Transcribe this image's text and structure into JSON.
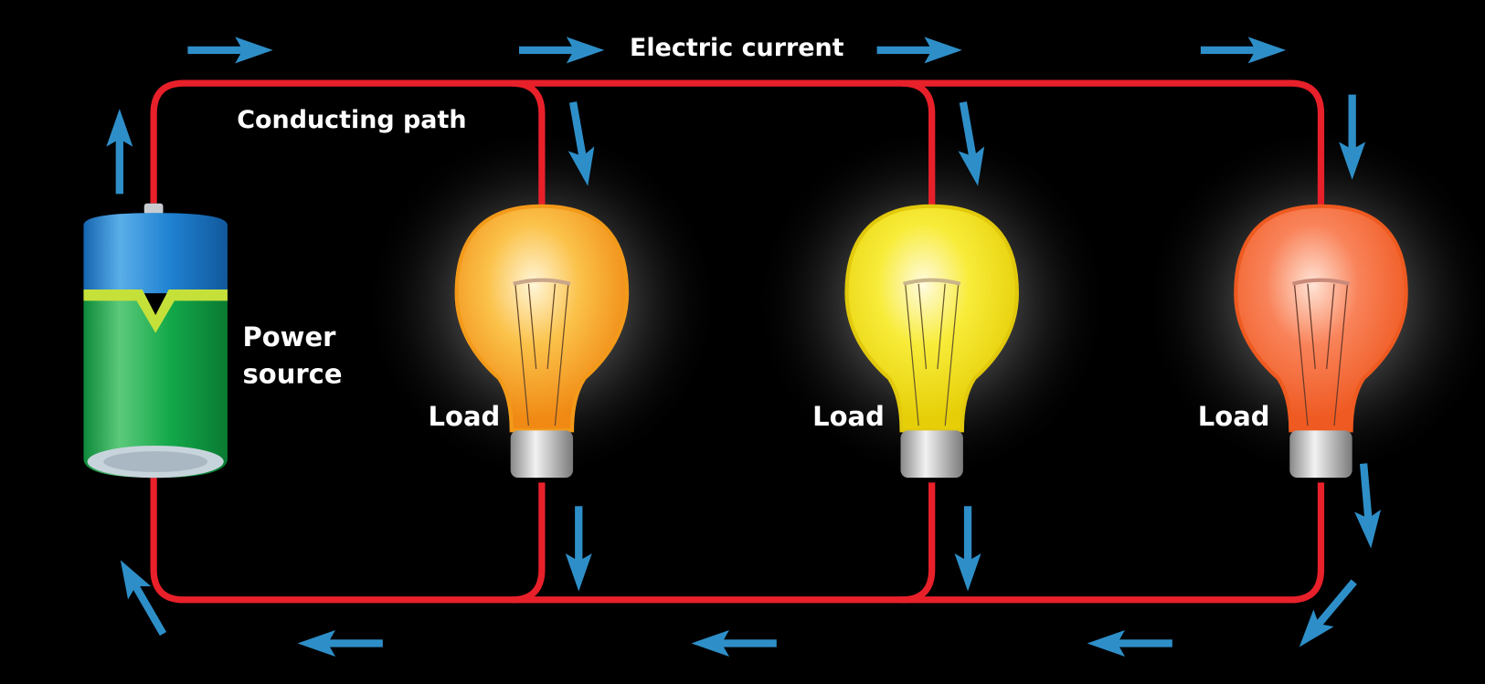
{
  "title": "Electric current",
  "labels": {
    "current": "Electric current",
    "path": "Conducting path",
    "source_line1": "Power",
    "source_line2": "source",
    "load1": "Load",
    "load2": "Load",
    "load3": "Load"
  },
  "components": {
    "power_source": {
      "type": "battery",
      "top_color": "#1e7fd0",
      "bottom_color": "#12a84a",
      "band_color": "#c6e03a"
    },
    "loads": [
      {
        "name": "Load",
        "bulb_color": "#f7a823"
      },
      {
        "name": "Load",
        "bulb_color": "#f5e21a"
      },
      {
        "name": "Load",
        "bulb_color": "#f26a2e"
      }
    ],
    "wire_color": "#e8202a",
    "arrow_color": "#2e8fc8",
    "background": "#000000"
  }
}
